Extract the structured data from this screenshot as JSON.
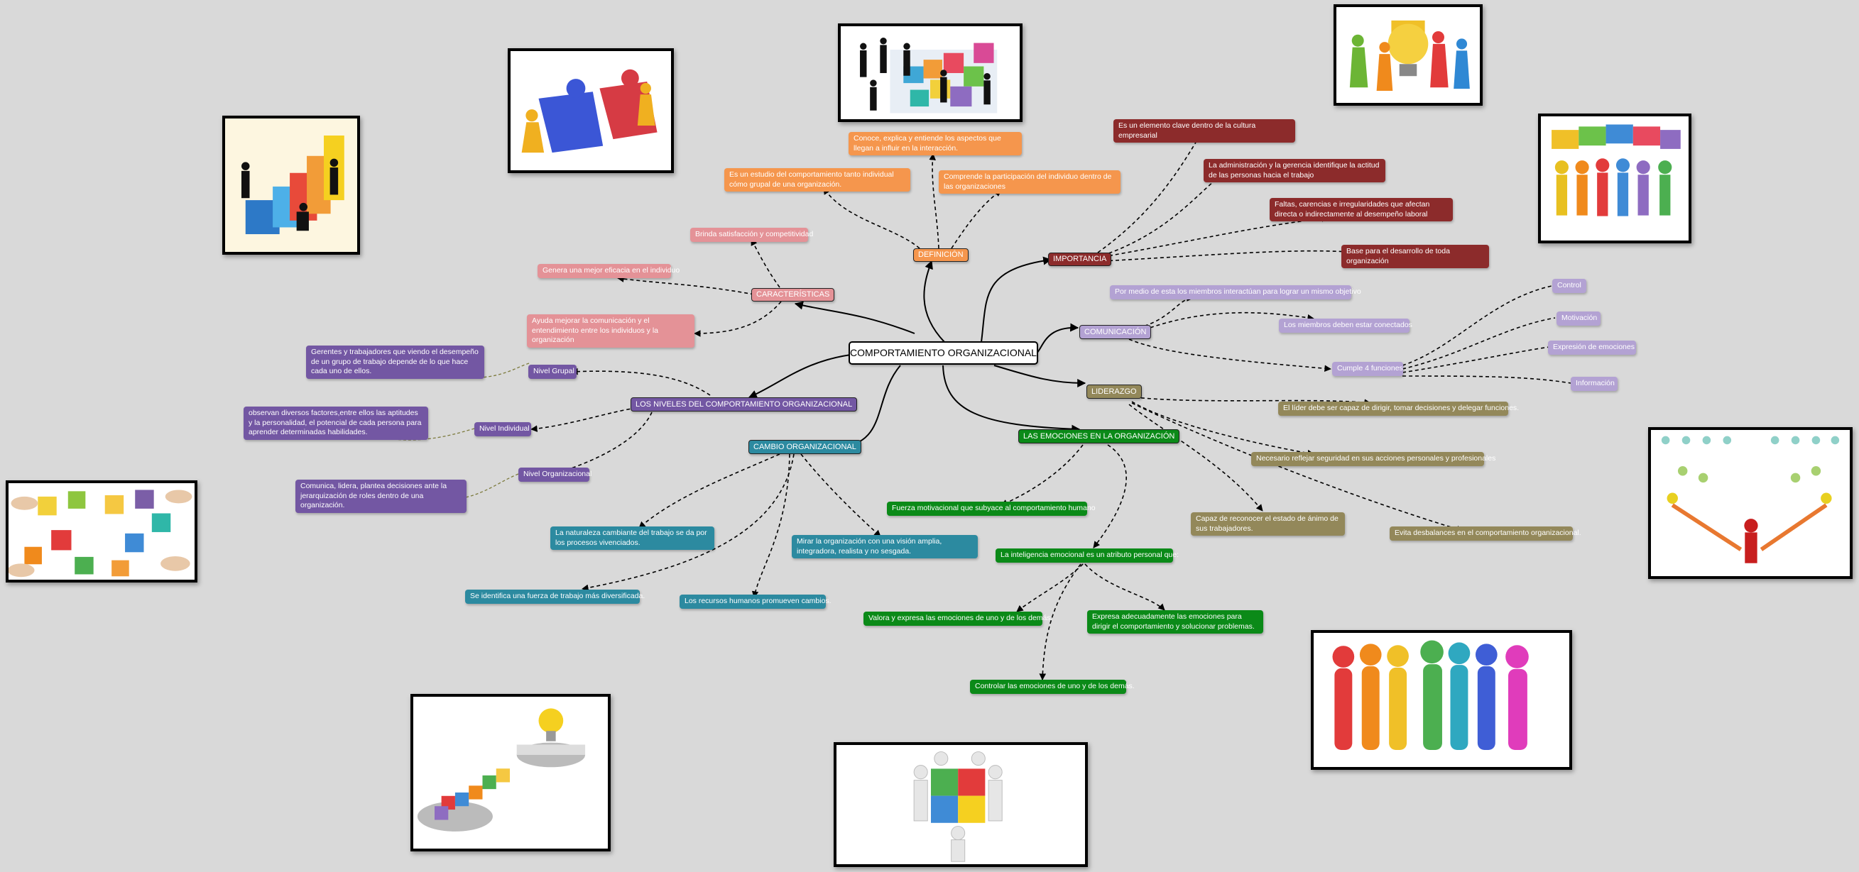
{
  "colors": {
    "background": "#d9d9d9",
    "definicion": "#f5964d",
    "importancia": "#8c2b2b",
    "caracteristicas": "#e49297",
    "comunicacion": "#b3a2d3",
    "liderazgo": "#93885a",
    "emociones": "#0b8a18",
    "cambio": "#2c8aa0",
    "niveles": "#7357a3"
  },
  "central": {
    "label": "COMPORTAMIENTO ORGANIZACIONAL"
  },
  "definicion": {
    "label": "DEFINICIÓN",
    "items": [
      "Conoce, explica y entiende los aspectos que llegan a influir en la interacción.",
      "Es un estudio del comportamiento tanto individual cómo grupal de una organización.",
      "Comprende la participación del individuo dentro de las organizaciones"
    ]
  },
  "importancia": {
    "label": "IMPORTANCIA",
    "items": [
      "Es un elemento clave dentro de la cultura empresarial",
      "La administración y la gerencia identifique la actitud de las personas hacia el trabajo",
      "Faltas, carencias e irregularidades que afectan directa o indirectamente al desempeño laboral",
      "Base para el desarrollo de toda organización"
    ]
  },
  "caracteristicas": {
    "label": "CARACTERÍSTICAS",
    "items": [
      "Brinda satisfacción y competitividad",
      "Genera una mejor eficacia en el individuo",
      "Ayuda mejorar la comunicación y el entendimiento entre los individuos y la organización"
    ]
  },
  "comunicacion": {
    "label": "COMUNICACIÓN",
    "items": [
      "Por medio de esta los miembros interactúan para lograr un mismo objetivo",
      "Los miembros deben estar conectados",
      "Cumple 4 funciones"
    ],
    "funciones": [
      "Control",
      "Motivación",
      "Expresión de emociones",
      "Información"
    ]
  },
  "liderazgo": {
    "label": "LIDERAZGO",
    "items": [
      "El líder debe ser capaz de dirigir, tomar decisiones y delegar funciones.",
      "Necesario reflejar seguridad en sus acciones personales y profesionales",
      "Capaz de reconocer el estado de ánimo de sus trabajadores.",
      "Evita desbalances en el comportamiento organizacional."
    ]
  },
  "emociones": {
    "label": "LAS EMOCIONES EN LA ORGANIZACIÓN",
    "items": [
      "Fuerza motivacional que subyace al comportamiento humano",
      "La inteligencia emocional es un atributo personal que:"
    ],
    "sub": [
      "Valora y expresa las emociones de uno y de los demás.",
      "Expresa adecuadamente las emociones para dirigir el comportamiento y solucionar problemas.",
      "Controlar las emociones de uno y de los demás."
    ]
  },
  "cambio": {
    "label": "CAMBIO ORGANIZACIONAL",
    "items": [
      "La naturaleza cambiante del trabajo se da por los procesos vivenciados.",
      "Mirar la organización con una visión amplia, integradora, realista y no sesgada.",
      "Se identifica una fuerza de trabajo más diversificada.",
      "Los recursos humanos promueven cambios."
    ]
  },
  "niveles": {
    "label": "LOS NIVELES DEL COMPORTAMIENTO ORGANIZACIONAL",
    "grupal": {
      "label": "Nivel Grupal",
      "desc": "Gerentes y trabajadores que viendo el desempeño de un grupo de trabajo depende de lo que hace cada uno de ellos."
    },
    "individual": {
      "label": "Nivel Individual",
      "desc": "observan diversos factores,entre ellos las aptitudes y la personalidad, el potencial de cada persona para aprender determinadas habilidades."
    },
    "organizacional": {
      "label": "Nivel Organizacional",
      "desc": "Comunica, lidera, plantea decisiones ante la jerarquización de roles dentro de una organización."
    }
  },
  "images": [
    "business-people-puzzle-image",
    "people-pushing-puzzle-pieces-image",
    "colored-blocks-stairs-image",
    "people-building-lightbulb-puzzle-image",
    "colorful-figures-holding-puzzle-image",
    "hands-holding-puzzle-pieces-image",
    "figures-network-hierarchy-image",
    "lightbulb-puzzle-path-image",
    "people-assembling-puzzle-image",
    "colorful-human-figures-image"
  ]
}
